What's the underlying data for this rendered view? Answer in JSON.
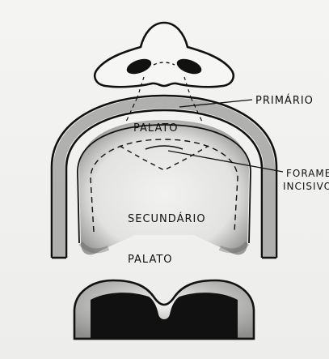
{
  "diagram": {
    "labels": {
      "primario": "PRIMÁRIO",
      "palato_upper": "PALATO",
      "forame_line1": "FORAME",
      "forame_line2": "INCISIVO",
      "secundario": "SECUNDÁRIO",
      "palato_lower": "PALATO"
    },
    "colors": {
      "ink": "#111111",
      "paper": "#f0f0ee",
      "shade": "#8a8a8a"
    }
  }
}
